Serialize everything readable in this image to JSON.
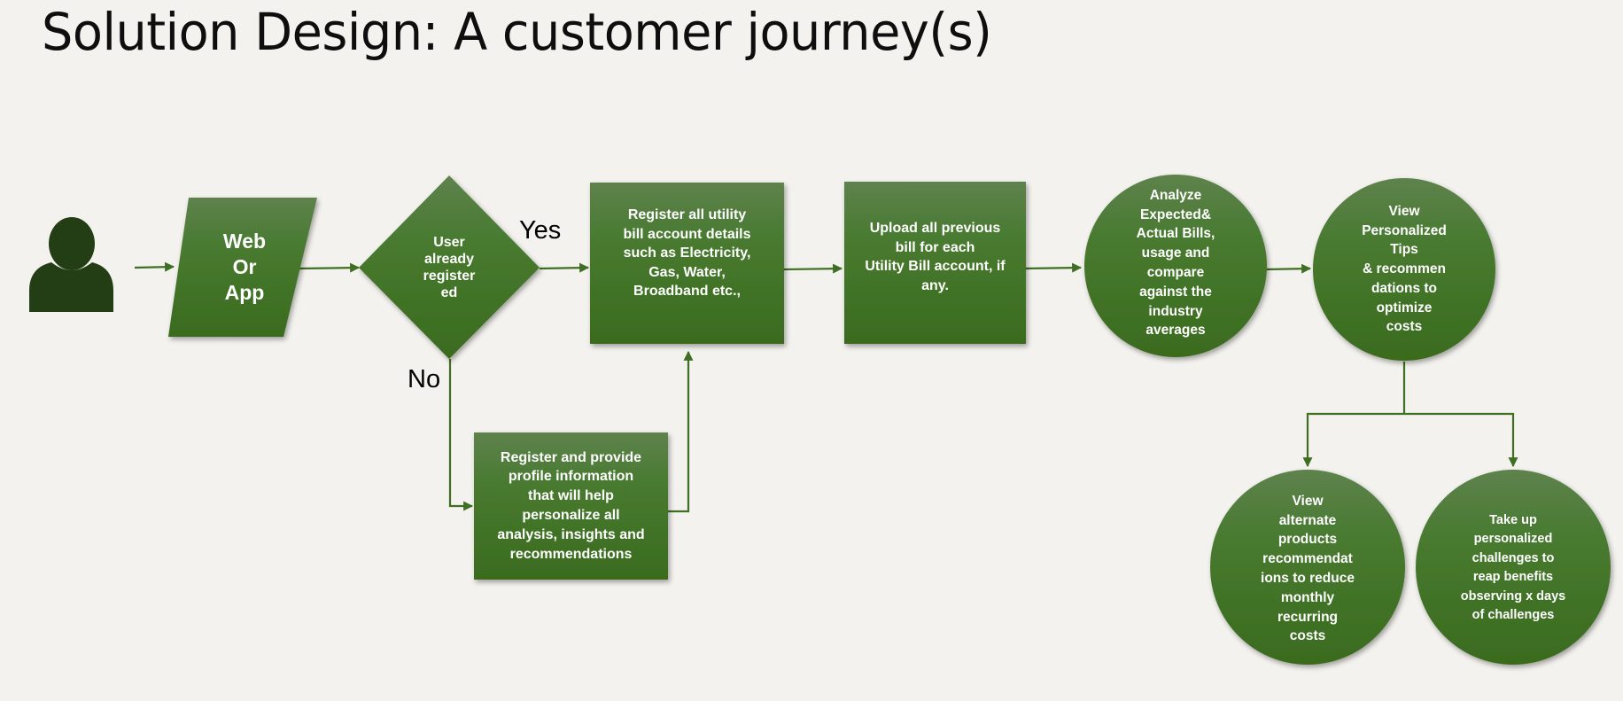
{
  "title": "Solution Design: A customer journey(s)",
  "colors": {
    "background": "#f3f2ee",
    "shape_top": "#5e824d",
    "shape_bottom": "#3a6b1e",
    "connector": "#3f6f22",
    "person": "#233d14"
  },
  "icons": {
    "user": "person-silhouette-icon"
  },
  "nodes": {
    "channel": "Web\nOr\nApp",
    "decision": "User\nalready\nregister\ned",
    "register_accounts": "Register all utility\nbill account details\nsuch as Electricity,\nGas, Water,\nBroadband etc.,",
    "upload_bills": "Upload all previous\nbill for each\nUtility Bill account, if\nany.",
    "analyze": "Analyze\nExpected&\nActual Bills,\nusage  and\ncompare\nagainst the\nindustry\naverages",
    "view_tips": "View\nPersonalized\nTips\n& recommen\ndations to\noptimize\ncosts",
    "register_profile": "Register and provide\nprofile information\nthat will help\npersonalize all\nanalysis, insights and\nrecommendations",
    "alternate_products": "View\nalternate\nproducts\nrecommendat\nions to reduce\nmonthly\nrecurring\ncosts",
    "challenges": "Take up\npersonalized\nchallenges to\nreap benefits\nobserving x days\nof challenges"
  },
  "edge_labels": {
    "yes": "Yes",
    "no": "No"
  }
}
